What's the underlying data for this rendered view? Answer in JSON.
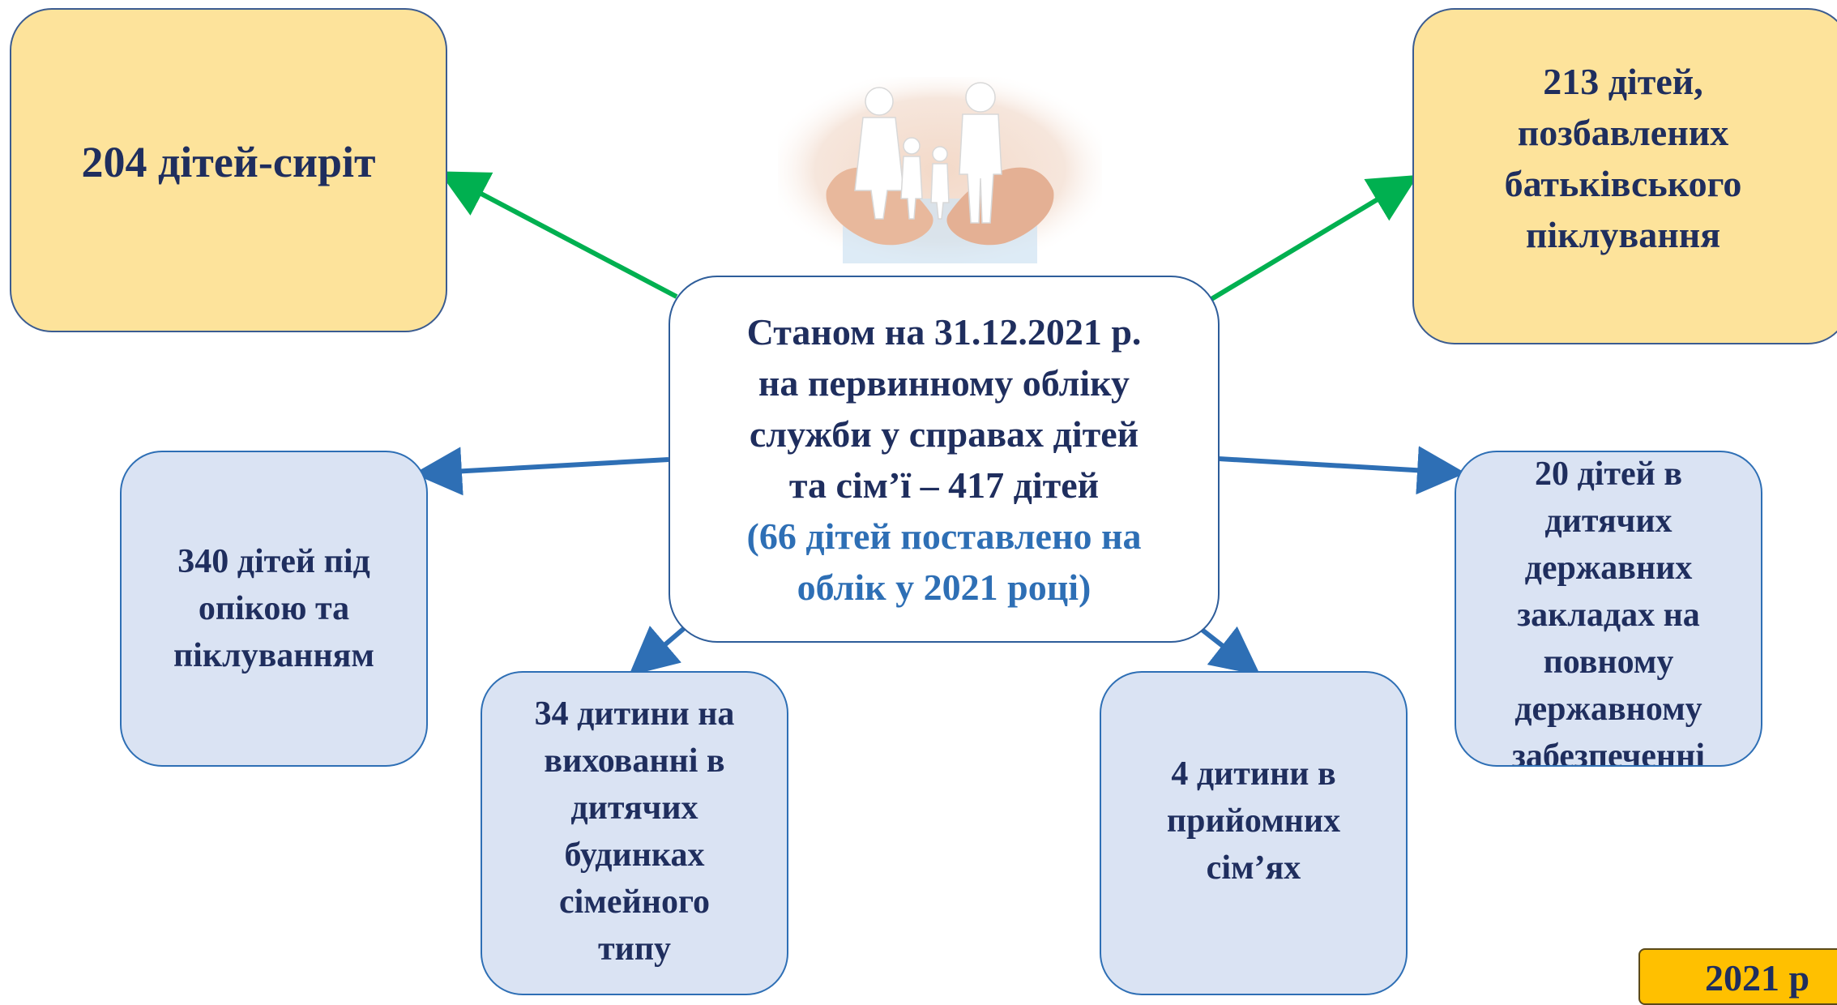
{
  "center": {
    "main": "Станом на 31.12.2021 р.\nна первинному обліку\nслужби у справах дітей\nта сім’ї – 417 дітей",
    "sub": "(66 дітей поставлено на\nоблік у 2021 році)"
  },
  "boxes": {
    "orphans": "204 дітей-сиріт",
    "deprived": "213 дітей,\nпозбавлених\nбатьківського\nпіклування",
    "guardianship": "340 дітей під\nопікою та\nпіклуванням",
    "state_institutions": "20 дітей в\nдитячих\nдержавних\nзакладах на\nповному\nдержавному\nзабезпеченні",
    "family_homes": "34 дитини на\nвихованні в\nдитячих\nбудинках\nсімейного\nтипу",
    "foster": "4 дитини в\nприйомних\nсім’ях"
  },
  "badge": "2021 р",
  "colors": {
    "yellow_fill": "#fde39b",
    "blue_fill": "#dae3f3",
    "green_arrow": "#00b050",
    "blue_arrow": "#2e6fb5",
    "text_dark": "#1f2e5e",
    "text_blue": "#2e6fb5",
    "badge": "#ffc000"
  }
}
